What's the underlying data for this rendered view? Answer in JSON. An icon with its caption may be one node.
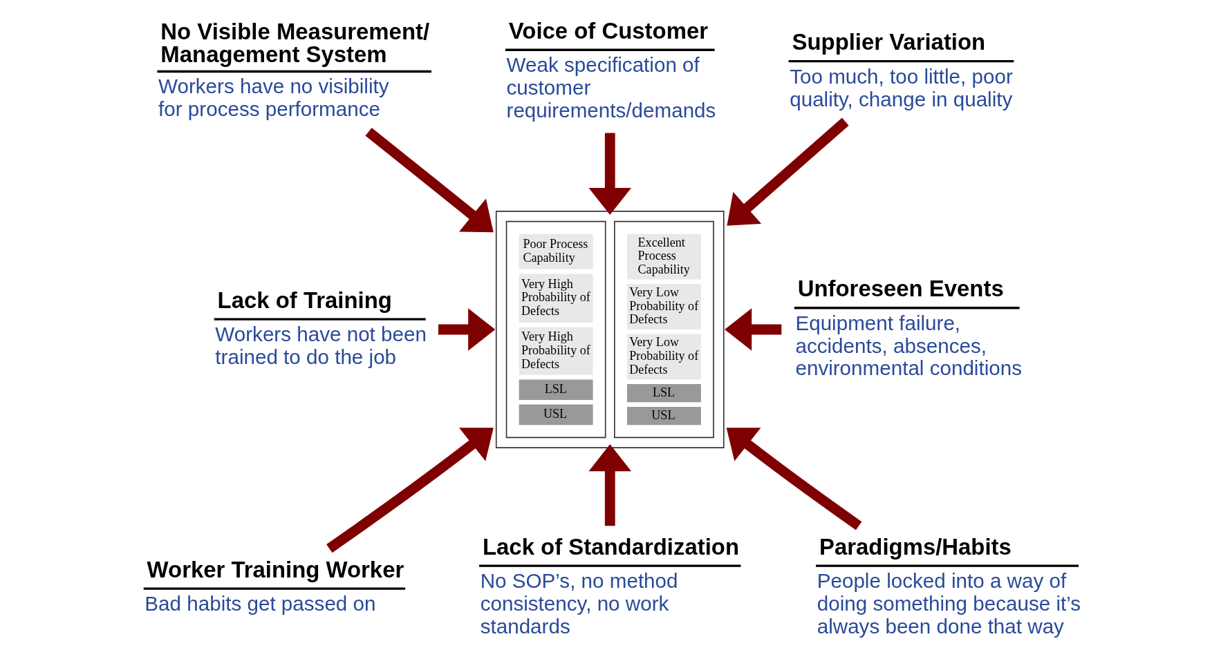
{
  "diagram": {
    "nodes": [
      {
        "text": [
          "No Visible Measurement/ Management System",
          "Workers have no visibility for process performance"
        ]
      },
      {
        "text": [
          "Voice of Customer",
          "Weak specification of customer requirements/demands"
        ]
      },
      {
        "text": [
          "Supplier Variation",
          "Too much, too little, poor quality, change in quality"
        ]
      },
      {
        "text": [
          "Lack of Training",
          "Workers have not been trained to do the job"
        ]
      },
      {
        "text": [
          "Poor Process Capability",
          "Very High Probability of Defects",
          "Very High Probability of Defects",
          "LSL",
          "USL",
          "Excellent Process Capability",
          "Very Low Probability of Defects",
          "Very Low Probability of Defects",
          "LSL",
          "USL"
        ]
      },
      {
        "text": [
          "Unforeseen Events",
          "Equipment failure, accidents, absences, environmental conditions"
        ]
      },
      {
        "text": [
          "Worker Training Worker",
          "Bad habits get passed on"
        ]
      },
      {
        "text": [
          "Lack of Standardization",
          "No SOP’s, no method consistency, no work standards"
        ]
      },
      {
        "text": [
          "Paradigms/Habits",
          "People locked into a way of doing something because it’s always been done that way"
        ]
      }
    ],
    "edges": [
      {
        "from": 0,
        "to": 4,
        "arrow": "to"
      },
      {
        "from": 1,
        "to": 4,
        "arrow": "to"
      },
      {
        "from": 2,
        "to": 4,
        "arrow": "to"
      },
      {
        "from": 3,
        "to": 4,
        "arrow": "to"
      },
      {
        "from": 5,
        "to": 4,
        "arrow": "to"
      },
      {
        "from": 6,
        "to": 4,
        "arrow": "to"
      },
      {
        "from": 7,
        "to": 4,
        "arrow": "to"
      },
      {
        "from": 8,
        "to": 4,
        "arrow": "to"
      }
    ]
  }
}
